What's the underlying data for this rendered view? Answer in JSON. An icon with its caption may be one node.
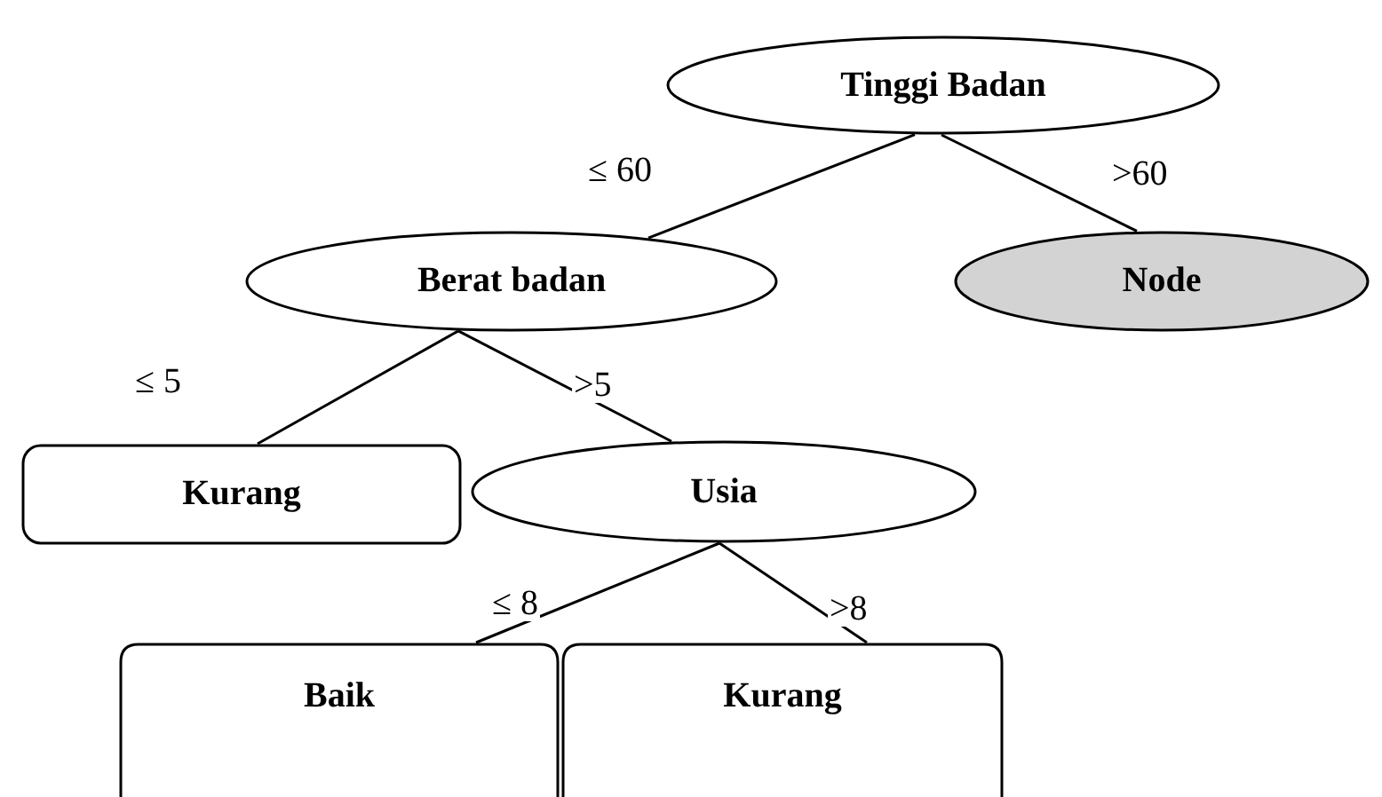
{
  "diagram": {
    "nodes": [
      {
        "text": [
          "Tinggi Badan"
        ]
      },
      {
        "text": [
          "Berat badan"
        ]
      },
      {
        "text": [
          "Node"
        ]
      },
      {
        "text": [
          "Kurang"
        ]
      },
      {
        "text": [
          "Usia"
        ]
      },
      {
        "text": [
          "Baik"
        ]
      },
      {
        "text": [
          "Kurang"
        ]
      }
    ],
    "edges": [
      {
        "from": 0,
        "to": 1,
        "label": "≤ 60",
        "arrow": "none"
      },
      {
        "from": 0,
        "to": 2,
        "label": ">60",
        "arrow": "none"
      },
      {
        "from": 1,
        "to": 3,
        "label": "≤ 5",
        "arrow": "none"
      },
      {
        "from": 1,
        "to": 4,
        "label": ">5",
        "arrow": "none"
      },
      {
        "from": 4,
        "to": 5,
        "label": "≤ 8",
        "arrow": "none"
      },
      {
        "from": 4,
        "to": 6,
        "label": ">8",
        "arrow": "none"
      }
    ]
  }
}
